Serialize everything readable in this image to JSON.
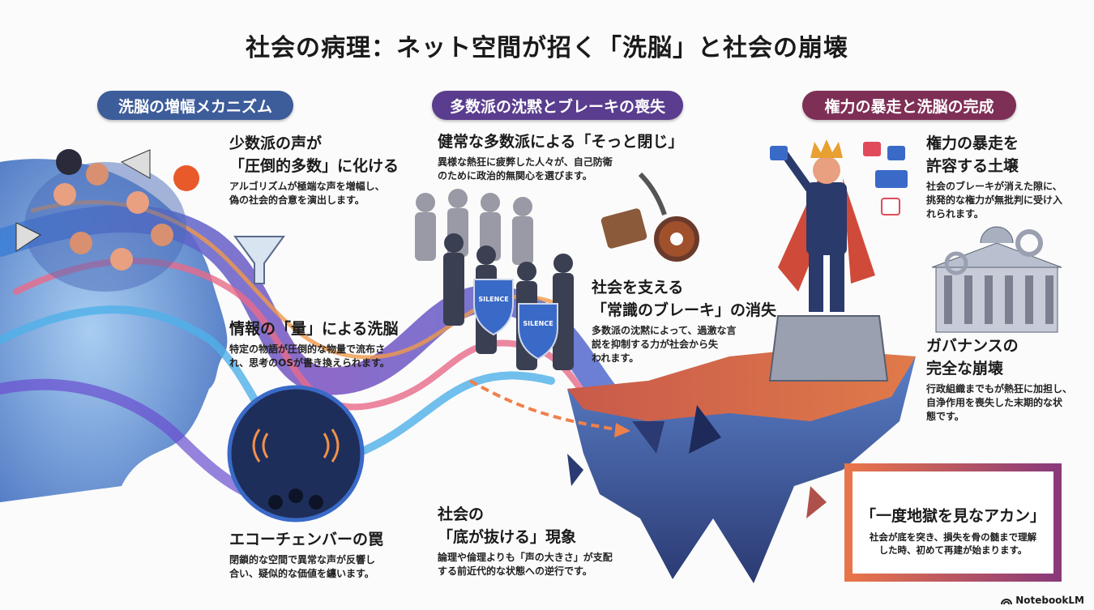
{
  "title": "社会の病理：ネット空間が招く「洗脳」と社会の崩壊",
  "colors": {
    "section1": "#3d5c9a",
    "section2": "#5a3d8e",
    "section3": "#7e2f55",
    "quote_frame_start": "#e8744a",
    "quote_frame_end": "#8a3a7a"
  },
  "sections": [
    {
      "banner": "洗脳の増幅メカニズム"
    },
    {
      "banner": "多数派の沈黙とブレーキの喪失"
    },
    {
      "banner": "権力の暴走と洗脳の完成"
    }
  ],
  "blocks": [
    {
      "heading": "少数派の声が\n「圧倒的多数」に化ける",
      "body": "アルゴリズムが極端な声を増幅し、\n偽の社会的合意を演出します。"
    },
    {
      "heading": "情報の「量」による洗脳",
      "body": "特定の物語が圧倒的な物量で流布さ\nれ、思考のOSが書き換えられます。"
    },
    {
      "heading": "エコーチェンバーの罠",
      "body": "閉鎖的な空間で異常な声が反響し\n合い、疑似的な価値を纏います。"
    },
    {
      "heading": "健常な多数派による「そっと閉じ」",
      "body": "異様な熱狂に疲弊した人々が、自己防衛\nのために政治的無関心を選びます。"
    },
    {
      "heading": "社会を支える\n「常識のブレーキ」の消失",
      "body": "多数派の沈黙によって、過激な言\n説を抑制する力が社会から失\nわれます。"
    },
    {
      "heading": "社会の\n「底が抜ける」現象",
      "body": "論理や倫理よりも「声の大きさ」が支配\nする前近代的な状態への逆行です。"
    },
    {
      "heading": "権力の暴走を\n許容する土壌",
      "body": "社会のブレーキが消えた隙に、\n挑発的な権力が無批判に受け入\nれられます。"
    },
    {
      "heading": "ガバナンスの\n完全な崩壊",
      "body": "行政組織までもが熱狂に加担し、\n自浄作用を喪失した末期的な状\n態です。"
    }
  ],
  "quote": {
    "heading": "「一度地獄を見なアカン」",
    "body": "社会が底を突き、損失を骨の髄まで理解\nした時、初めて再建が始まります。"
  },
  "illustration_labels": {
    "shield": "SILENCE"
  },
  "brand": "NotebookLM"
}
